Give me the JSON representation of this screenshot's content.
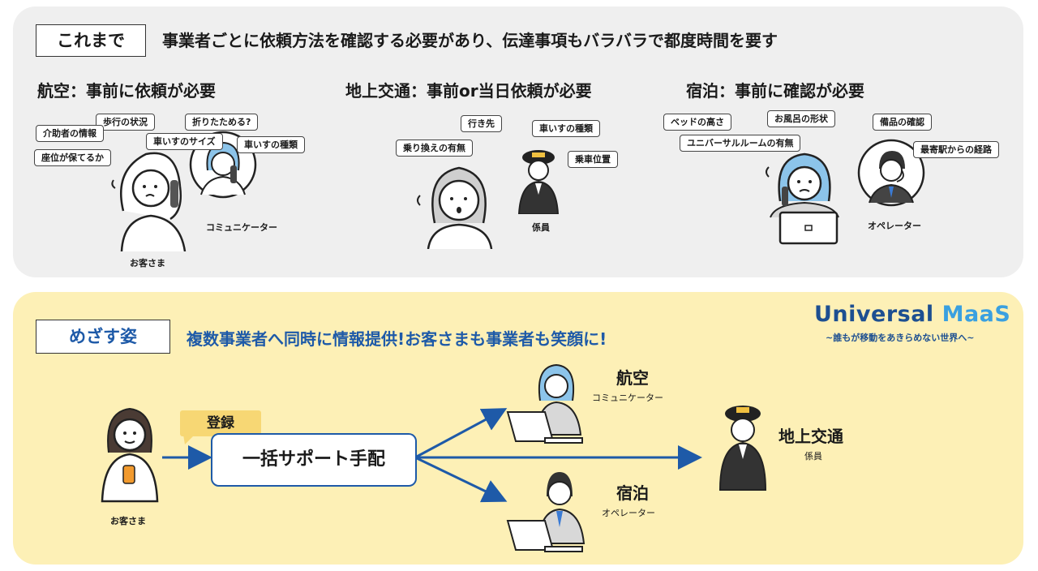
{
  "colors": {
    "panel_top": "#efefef",
    "panel_bottom": "#fdf0b6",
    "accent_blue": "#1e5aa8",
    "register_tag": "#f7d774",
    "brand_dark": "#1d4f91",
    "brand_light": "#3aa0e0"
  },
  "top": {
    "tag": "これまで",
    "headline": "事業者ごとに依頼方法を確認する必要があり、伝達事項もバラバラで都度時間を要す",
    "air": {
      "title": "航空：事前に依頼が必要",
      "bubbles": [
        "歩行の状況",
        "折りたためる?",
        "介助者の情報",
        "車いすのサイズ",
        "車いすの種類",
        "座位が保てるか"
      ],
      "customer": "お客さま",
      "staff": "コミュニケーター"
    },
    "ground": {
      "title": "地上交通：事前or当日依頼が必要",
      "bubbles": [
        "行き先",
        "車いすの種類",
        "乗り換えの有無",
        "乗車位置"
      ],
      "staff": "係員"
    },
    "hotel": {
      "title": "宿泊：事前に確認が必要",
      "bubbles": [
        "お風呂の形状",
        "ベッドの高さ",
        "備品の確認",
        "ユニバーサルルームの有無",
        "最寄駅からの経路"
      ],
      "staff": "オペレーター"
    }
  },
  "bottom": {
    "tag": "めざす姿",
    "headline": "複数事業者へ同時に情報提供!お客さまも事業者も笑顔に!",
    "brand": {
      "name_a": "Universal",
      "name_b": "MaaS",
      "tagline": "~誰もが移動をあきらめない世界へ~"
    },
    "customer": "お客さま",
    "register": "登録",
    "hub": "一括サポート手配",
    "targets": [
      {
        "title": "航空",
        "role": "コミュニケーター"
      },
      {
        "title": "地上交通",
        "role": "係員"
      },
      {
        "title": "宿泊",
        "role": "オペレーター"
      }
    ]
  }
}
